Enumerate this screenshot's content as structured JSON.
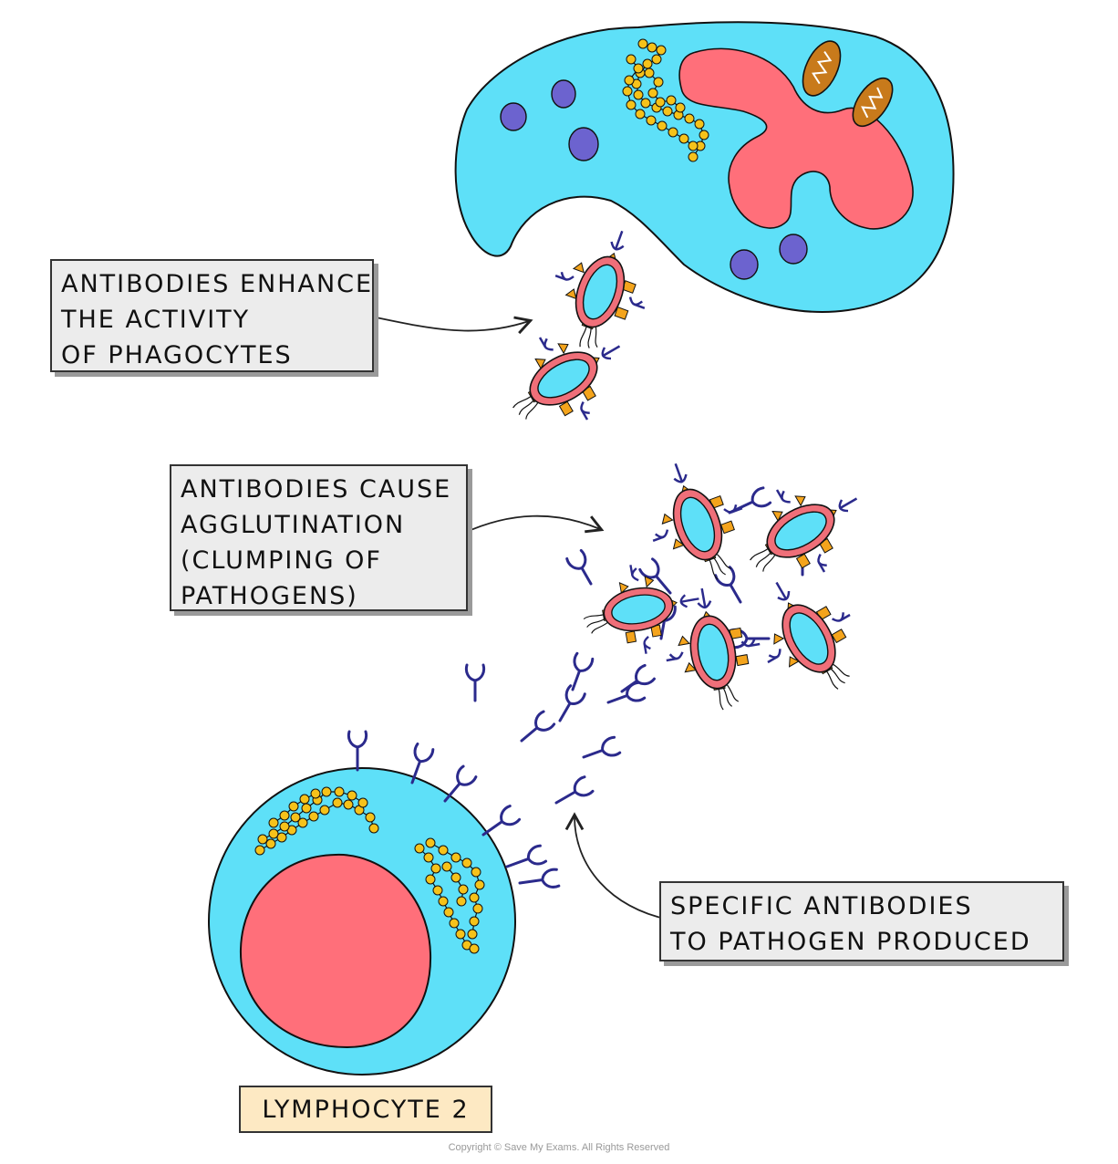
{
  "labels": {
    "phagocytes": [
      "ANTIBODIES ENHANCE",
      "THE ACTIVITY",
      "OF PHAGOCYTES"
    ],
    "agglutination": [
      "ANTIBODIES CAUSE",
      "AGGLUTINATION",
      "(CLUMPING OF",
      "PATHOGENS)"
    ],
    "specific": [
      "SPECIFIC ANTIBODIES",
      "TO PATHOGEN PRODUCED"
    ],
    "cell_name": "LYMPHOCYTE 2"
  },
  "copyright": "Copyright © Save My Exams. All Rights Reserved",
  "colors": {
    "cytoplasm": "#5ee0f8",
    "nucleus": "#ff6f7a",
    "granule": "#6c63cf",
    "mitochondria": "#c87a1b",
    "ribosome": "#f6c21a",
    "antibody": "#2b2a8c",
    "pathogen_wall": "#ef6f79",
    "antigen": "#f4a41c",
    "label_bg": "#ececec",
    "tag_bg": "#fde9c3"
  },
  "icons": [
    "phagocyte-icon",
    "lymphocyte-icon",
    "pathogen-icon",
    "antibody-icon",
    "mitochondria-icon",
    "ribosome-icon"
  ]
}
